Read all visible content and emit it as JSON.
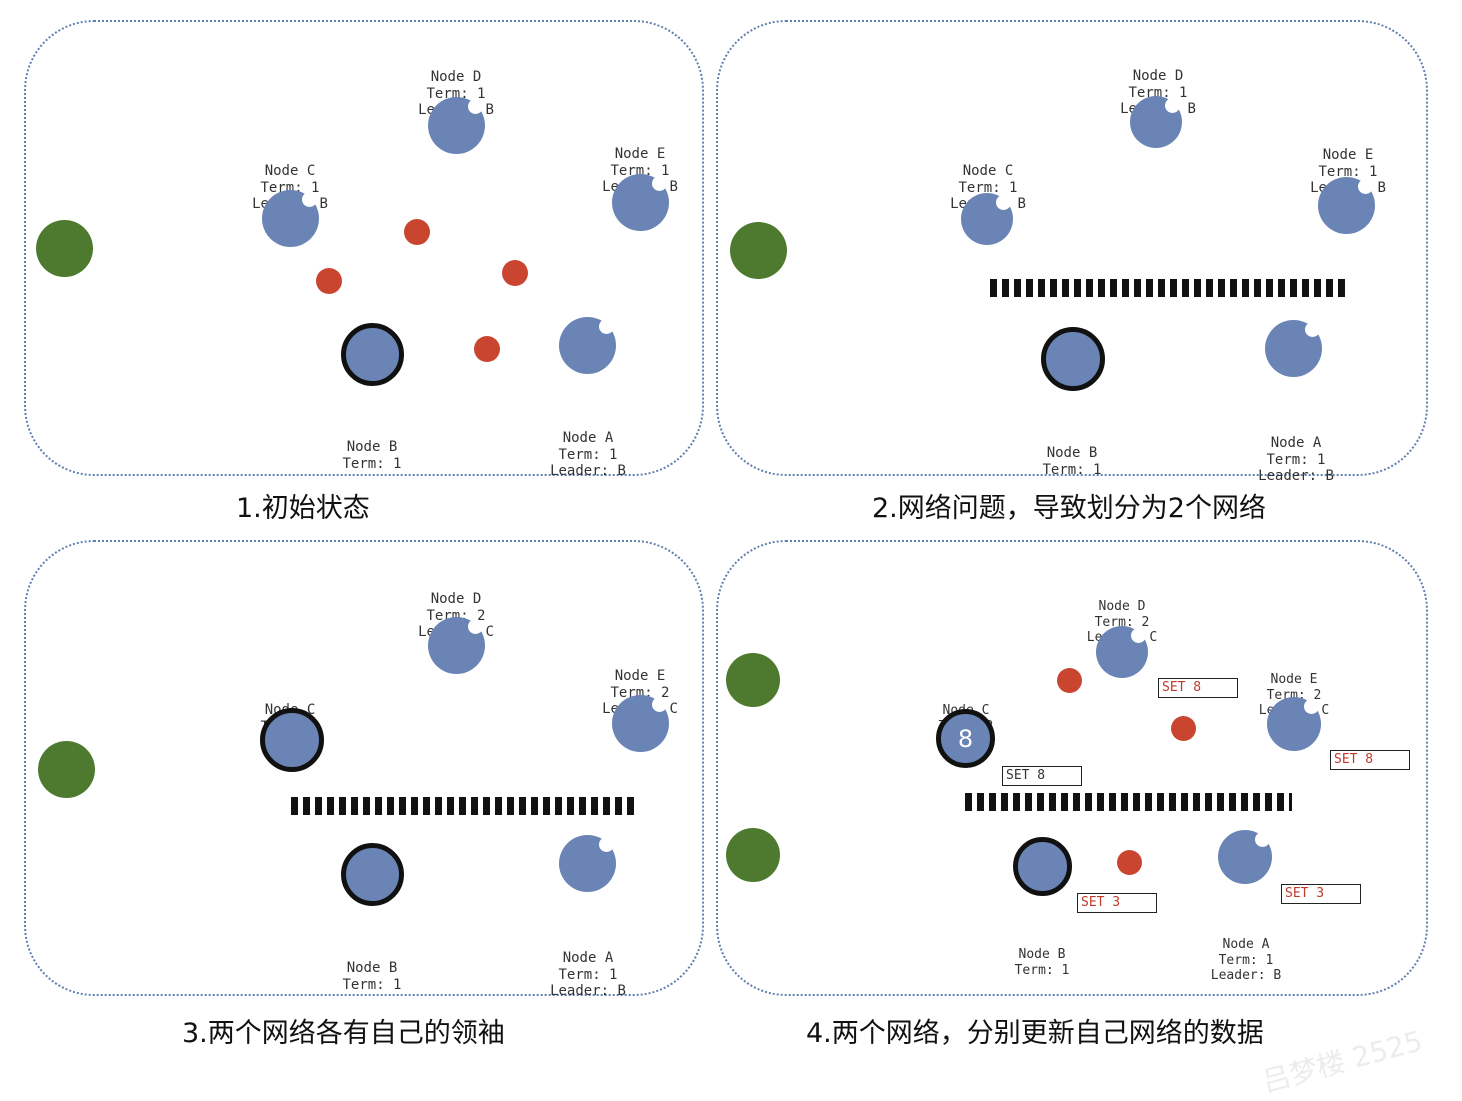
{
  "colors": {
    "node": "#6a84b5",
    "leader_border": "#111111",
    "message": "#c9452f",
    "client": "#4e7a30",
    "panel_border": "#5f7fb0",
    "set_text": "#c0392b"
  },
  "watermark": "吕梦楼 2525",
  "panels": [
    {
      "caption": "1.初始状态",
      "nodes": {
        "D": [
          "Node D",
          "Term: 1",
          "Leader: B"
        ],
        "C": [
          "Node C",
          "Term: 1",
          "Leader: B"
        ],
        "E": [
          "Node E",
          "Term: 1",
          "Leader: B"
        ],
        "B": [
          "Node B",
          "Term: 1"
        ],
        "A": [
          "Node A",
          "Term: 1",
          "Leader: B"
        ]
      }
    },
    {
      "caption": "2.网络问题，导致划分为2个网络",
      "nodes": {
        "D": [
          "Node D",
          "Term: 1",
          "Leader: B"
        ],
        "C": [
          "Node C",
          "Term: 1",
          "Leader: B"
        ],
        "E": [
          "Node E",
          "Term: 1",
          "Leader: B"
        ],
        "B": [
          "Node B",
          "Term: 1"
        ],
        "A": [
          "Node A",
          "Term: 1",
          "Leader: B"
        ]
      }
    },
    {
      "caption": "3.两个网络各有自己的领袖",
      "nodes": {
        "D": [
          "Node D",
          "Term: 2",
          "Leader: C"
        ],
        "C": [
          "Node C",
          "Term: 2"
        ],
        "E": [
          "Node E",
          "Term: 2",
          "Leader: C"
        ],
        "B": [
          "Node B",
          "Term: 1"
        ],
        "A": [
          "Node A",
          "Term: 1",
          "Leader: B"
        ]
      }
    },
    {
      "caption": "4.两个网络，分别更新自己网络的数据",
      "nodes": {
        "D": [
          "Node D",
          "Term: 2",
          "Leader: C"
        ],
        "C": [
          "Node C",
          "Term: 2"
        ],
        "E": [
          "Node E",
          "Term: 2",
          "Leader: C"
        ],
        "B": [
          "Node B",
          "Term: 1"
        ],
        "A": [
          "Node A",
          "Term: 1",
          "Leader: B"
        ]
      },
      "leader_c_number": "8",
      "set_boxes": {
        "top1": "SET 8",
        "top2": "SET 8",
        "top3": "SET 8",
        "bottom1": "SET 3",
        "bottom2": "SET 3"
      }
    }
  ]
}
